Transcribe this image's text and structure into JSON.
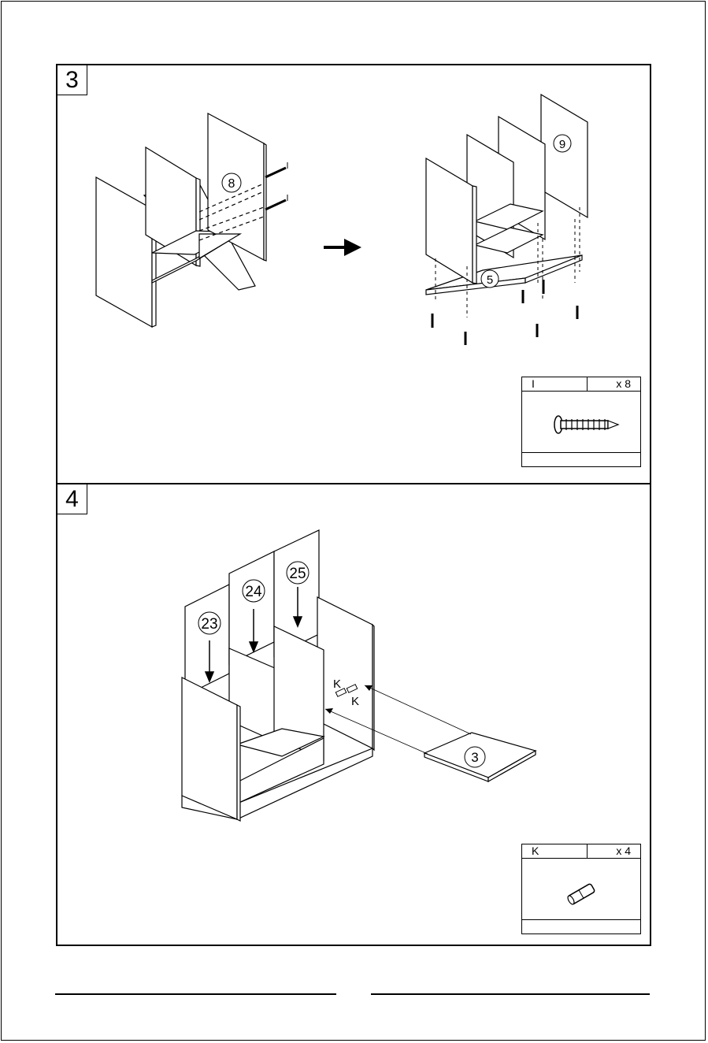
{
  "step3": {
    "number": "3",
    "labels": {
      "panel_8": "8",
      "panel_9": "9",
      "panel_5": "5",
      "screw_code": "I"
    },
    "hardware": {
      "code": "I",
      "qty": "x 8",
      "icon": "screw-icon"
    }
  },
  "step4": {
    "number": "4",
    "labels": {
      "panel_23": "23",
      "panel_24": "24",
      "panel_25": "25",
      "panel_3": "3",
      "dowel_code": "K"
    },
    "hardware": {
      "code": "K",
      "qty": "x 4",
      "icon": "dowel-icon"
    }
  }
}
